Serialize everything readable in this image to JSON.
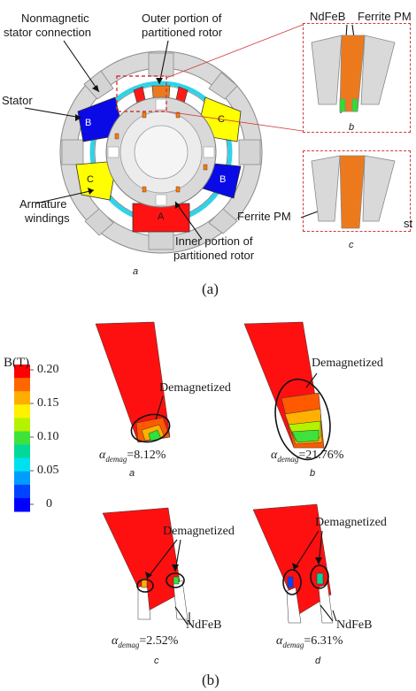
{
  "panel_a": {
    "callouts": {
      "nonmagnetic": [
        "Nonmagnetic",
        "stator connection"
      ],
      "outer_rotor": [
        "Outer portion of",
        "partitioned rotor"
      ],
      "stator": "Stator",
      "armature": [
        "Armature",
        "windings"
      ],
      "inner_rotor": [
        "Inner portion of",
        "partitioned rotor"
      ],
      "ndfeb": "NdFeB",
      "ferrite_b": "Ferrite PM",
      "ferrite_c": "Ferrite PM",
      "cut_text": "st"
    },
    "phase_labels": [
      "B",
      "C",
      "C",
      "B",
      "A"
    ],
    "sublabels": {
      "a": "a",
      "b": "b",
      "c": "c"
    },
    "caption": "(a)"
  },
  "panel_b": {
    "legend": {
      "title": "B(T)",
      "ticks": [
        "0.20",
        "0.15",
        "0.10",
        "0.05",
        "0"
      ],
      "colors": [
        "#ff0000",
        "#ff6600",
        "#ffae00",
        "#fff200",
        "#b5f200",
        "#3fe23a",
        "#00d99a",
        "#00e1f0",
        "#009cff",
        "#0044ff",
        "#0000ff"
      ]
    },
    "plots": [
      {
        "demag_label": "Demagnetized",
        "alpha_symbol": "α",
        "alpha_sub": "demag",
        "alpha_value": "=8.12%",
        "sublabel": "a"
      },
      {
        "demag_label": "Demagnetized",
        "alpha_symbol": "α",
        "alpha_sub": "demag",
        "alpha_value": "=21.76%",
        "sublabel": "b"
      },
      {
        "demag_label": "Demagnetized",
        "alpha_symbol": "α",
        "alpha_sub": "demag",
        "alpha_value": "=2.52%",
        "sublabel": "c",
        "ndfeb": "NdFeB"
      },
      {
        "demag_label": "Demagnetized",
        "alpha_symbol": "α",
        "alpha_sub": "demag",
        "alpha_value": "=6.31%",
        "sublabel": "d",
        "ndfeb": "NdFeB"
      }
    ],
    "caption": "(b)"
  },
  "colors": {
    "red": "#ff1a1a",
    "orange": "#ec7a1c",
    "cyan": "#2fd3e8",
    "blue": "#1010e0",
    "yellow": "#ffff00",
    "gray": "#cfcfcf",
    "dashed": "#d23a3a"
  }
}
